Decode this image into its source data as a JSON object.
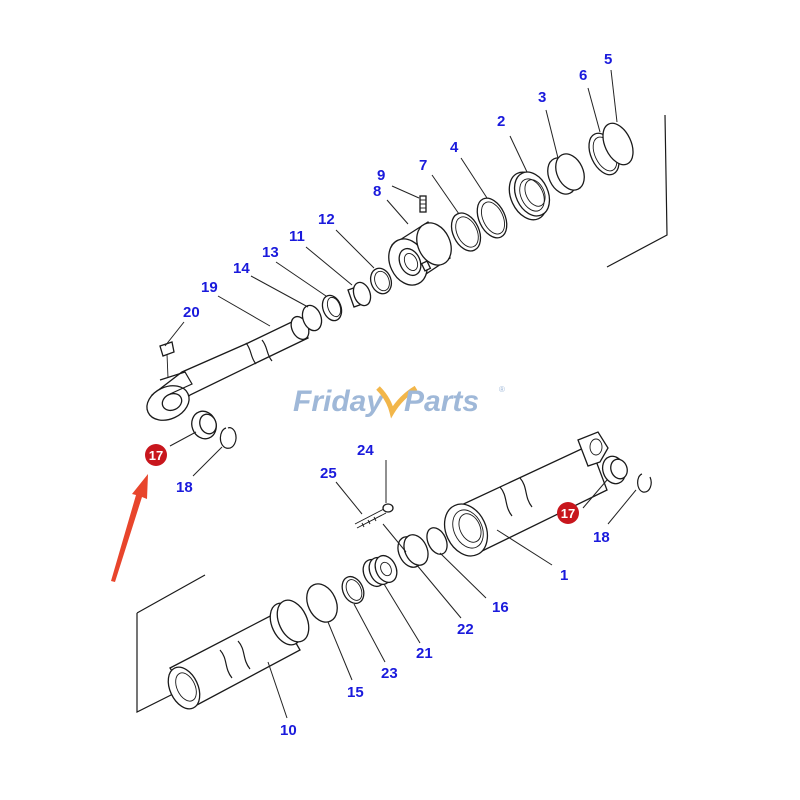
{
  "watermark": {
    "brand_left": "Friday",
    "brand_right": "Parts",
    "registered": "®"
  },
  "callouts": [
    {
      "id": "c1",
      "label": "1"
    },
    {
      "id": "c2",
      "label": "2"
    },
    {
      "id": "c3",
      "label": "3"
    },
    {
      "id": "c4",
      "label": "4"
    },
    {
      "id": "c5",
      "label": "5"
    },
    {
      "id": "c6",
      "label": "6"
    },
    {
      "id": "c7",
      "label": "7"
    },
    {
      "id": "c8",
      "label": "8"
    },
    {
      "id": "c9",
      "label": "9"
    },
    {
      "id": "c10",
      "label": "10"
    },
    {
      "id": "c11",
      "label": "11"
    },
    {
      "id": "c12",
      "label": "12"
    },
    {
      "id": "c13",
      "label": "13"
    },
    {
      "id": "c14",
      "label": "14"
    },
    {
      "id": "c15",
      "label": "15"
    },
    {
      "id": "c16",
      "label": "16"
    },
    {
      "id": "c18a",
      "label": "18"
    },
    {
      "id": "c18b",
      "label": "18"
    },
    {
      "id": "c19",
      "label": "19"
    },
    {
      "id": "c20",
      "label": "20"
    },
    {
      "id": "c21",
      "label": "21"
    },
    {
      "id": "c22",
      "label": "22"
    },
    {
      "id": "c23",
      "label": "23"
    },
    {
      "id": "c24",
      "label": "24"
    },
    {
      "id": "c25",
      "label": "25"
    }
  ],
  "highlighted": [
    {
      "id": "h17a",
      "label": "17"
    },
    {
      "id": "h17b",
      "label": "17"
    }
  ],
  "colors": {
    "callout_text": "#1a1adc",
    "badge_fill": "#c8161d",
    "arrow": "#e8452c",
    "watermark_blue": "#9fb8d8",
    "watermark_orange": "#f2b64a",
    "line": "#1a1a1a"
  }
}
